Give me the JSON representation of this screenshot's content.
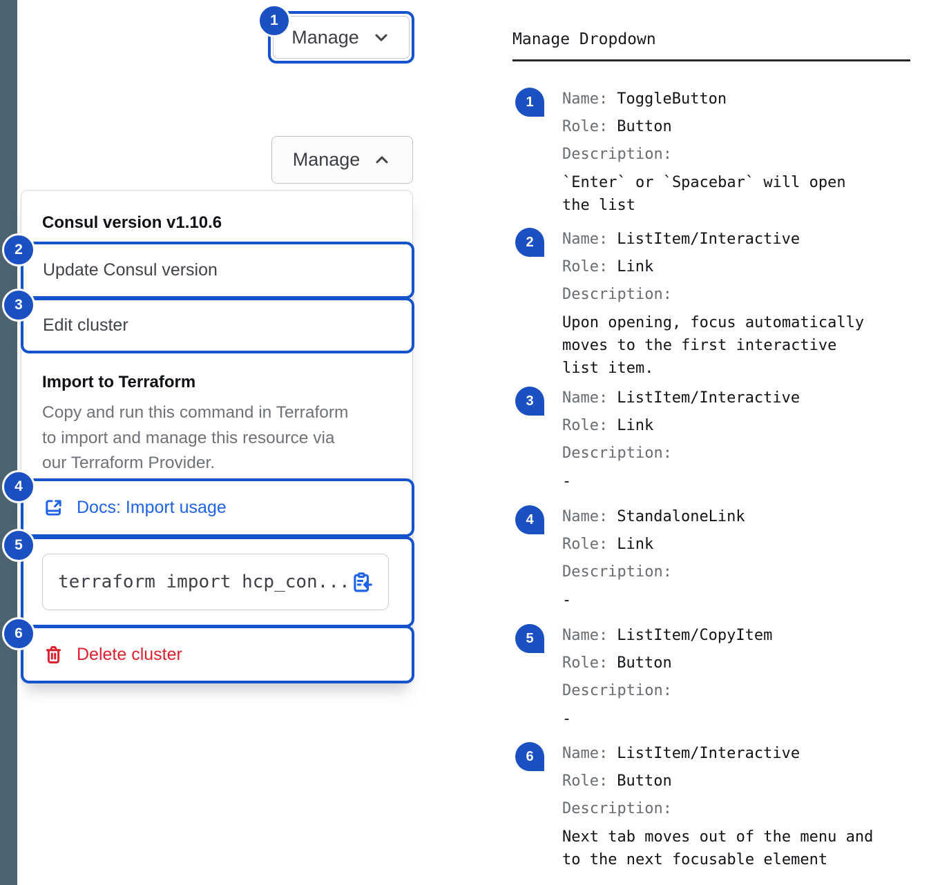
{
  "colors": {
    "annotation_blue": "#1a50c2",
    "outline_blue": "#1553cd",
    "link_blue": "#2062e8",
    "danger_red": "#de1f2e",
    "sidebar_strip": "#4c6470"
  },
  "left": {
    "toggle_closed_label": "Manage",
    "toggle_open_label": "Manage",
    "badges": [
      "1",
      "2",
      "3",
      "4",
      "5",
      "6"
    ],
    "dropdown": {
      "version_label": "Consul version v1.10.6",
      "update_label": "Update Consul version",
      "edit_label": "Edit cluster",
      "import_heading": "Import to Terraform",
      "import_description": "Copy and run this command in Terraform\nto import and manage this resource via\nour Terraform Provider.",
      "docs_link_label": "Docs: Import usage",
      "code_snippet": "terraform import hcp_con...",
      "delete_label": "Delete cluster"
    }
  },
  "legend": {
    "title": "Manage Dropdown",
    "labels": {
      "name": "Name:",
      "role": "Role:",
      "description": "Description:"
    },
    "items": [
      {
        "num": "1",
        "name": "ToggleButton",
        "role": "Button",
        "description": "`Enter` or `Spacebar` will open\nthe list"
      },
      {
        "num": "2",
        "name": "ListItem/Interactive",
        "role": "Link",
        "description": "Upon opening, focus automatically\nmoves to the first interactive\nlist item."
      },
      {
        "num": "3",
        "name": "ListItem/Interactive",
        "role": "Link",
        "description": "-"
      },
      {
        "num": "4",
        "name": "StandaloneLink",
        "role": "Link",
        "description": "-"
      },
      {
        "num": "5",
        "name": "ListItem/CopyItem",
        "role": "Button",
        "description": "-"
      },
      {
        "num": "6",
        "name": "ListItem/Interactive",
        "role": "Button",
        "description": "Next tab moves out of the menu and\nto the next focusable element"
      }
    ]
  }
}
